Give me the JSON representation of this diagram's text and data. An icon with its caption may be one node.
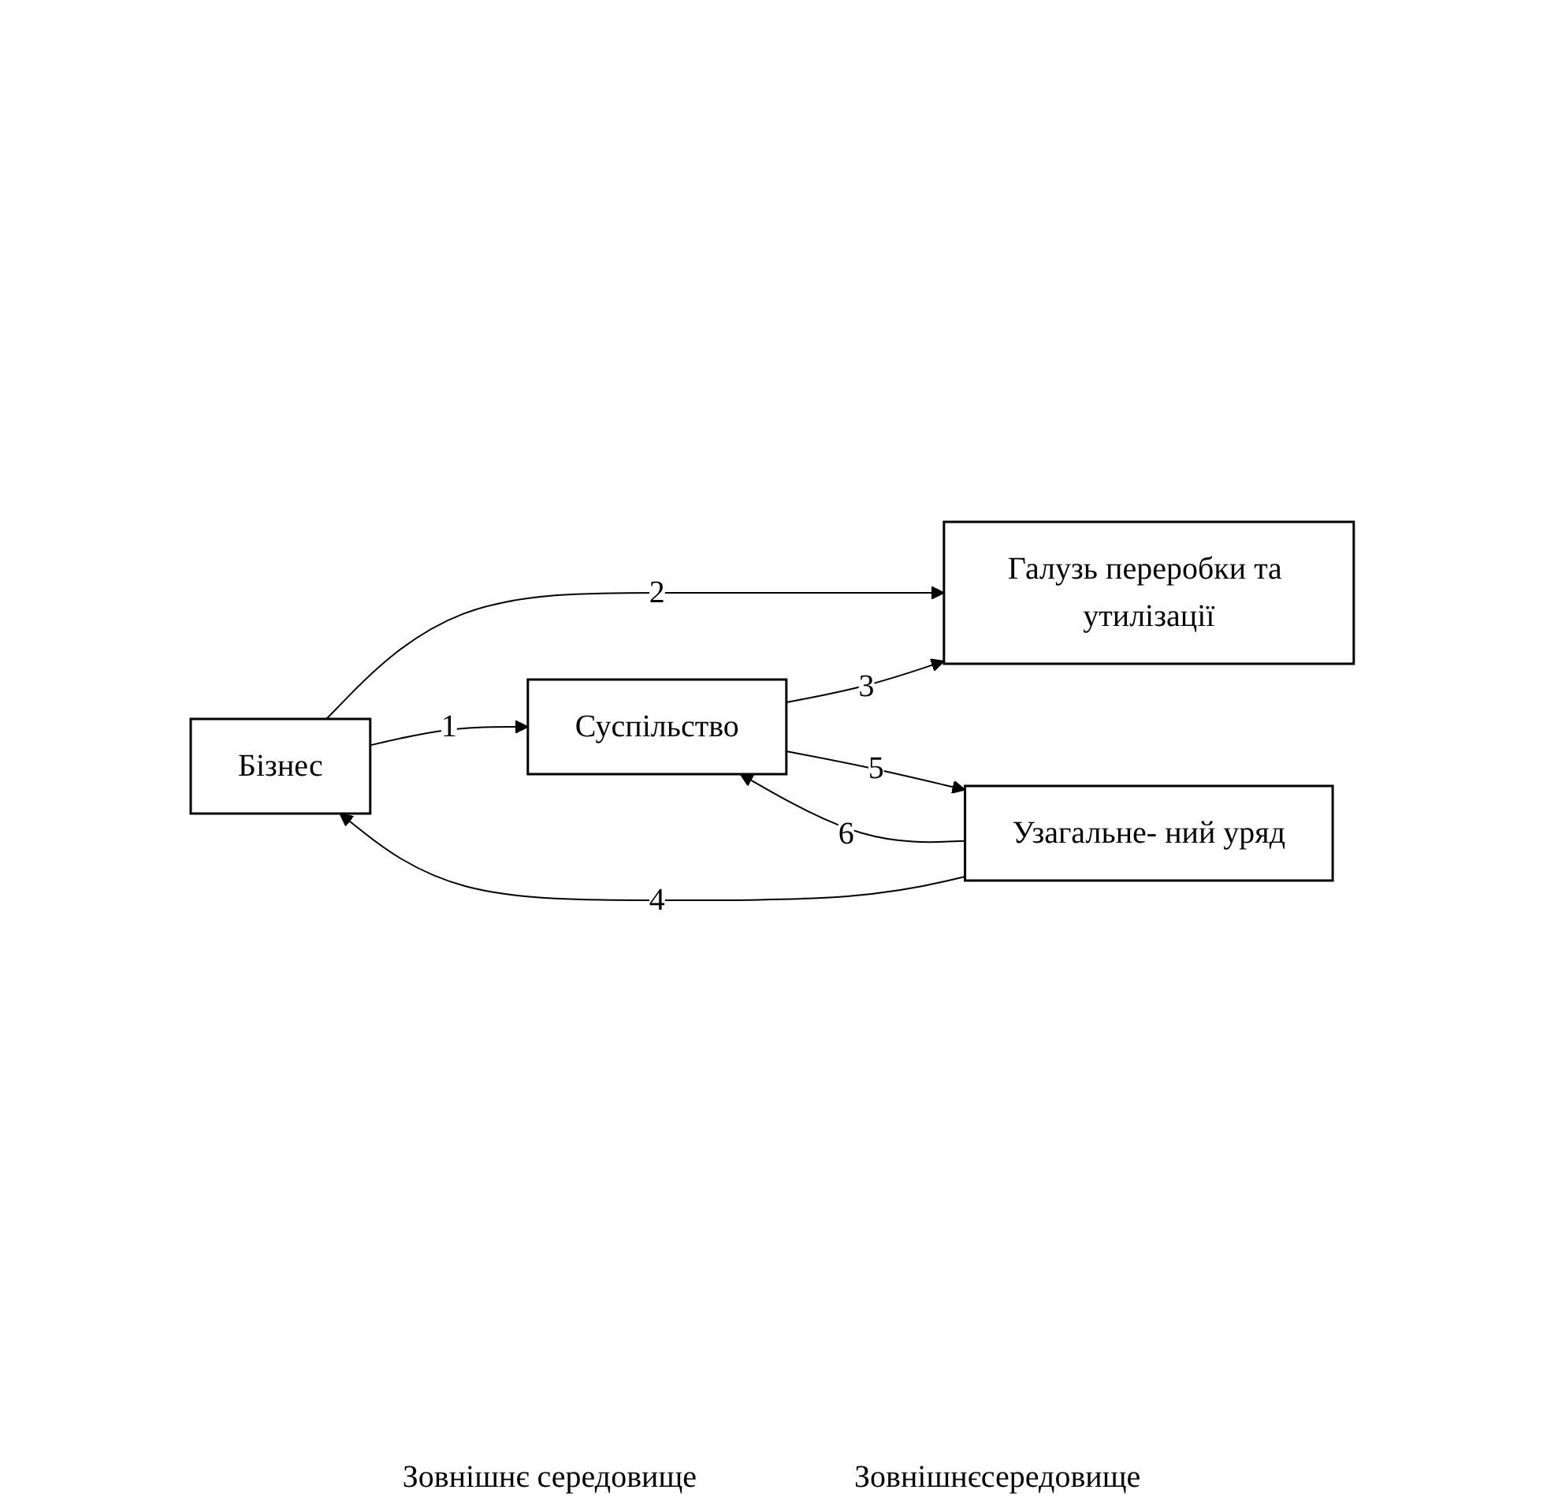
{
  "diagram": {
    "nodes": [
      {
        "text": [
          "Бізнес"
        ]
      },
      {
        "text": [
          "Узагальне- ний уряд"
        ]
      },
      {
        "text": [
          "Галузь переробки та утилізації"
        ]
      },
      {
        "text": [
          "Суспільство"
        ]
      }
    ],
    "edges": [
      {
        "from": 1,
        "to": 0,
        "arrow": "to",
        "label": "4"
      },
      {
        "from": 0,
        "to": 2,
        "arrow": "to",
        "label": "2"
      },
      {
        "from": 3,
        "to": 2,
        "arrow": "to",
        "label": "3"
      },
      {
        "from": 0,
        "to": 3,
        "arrow": "to",
        "label": "1"
      },
      {
        "from": 3,
        "to": 1,
        "arrow": "to",
        "label": "5"
      },
      {
        "from": 1,
        "to": 3,
        "arrow": "to",
        "label": "6"
      }
    ],
    "labels": [
      "Зовнішнє середовище",
      "Зовнішнєсередовище"
    ]
  }
}
